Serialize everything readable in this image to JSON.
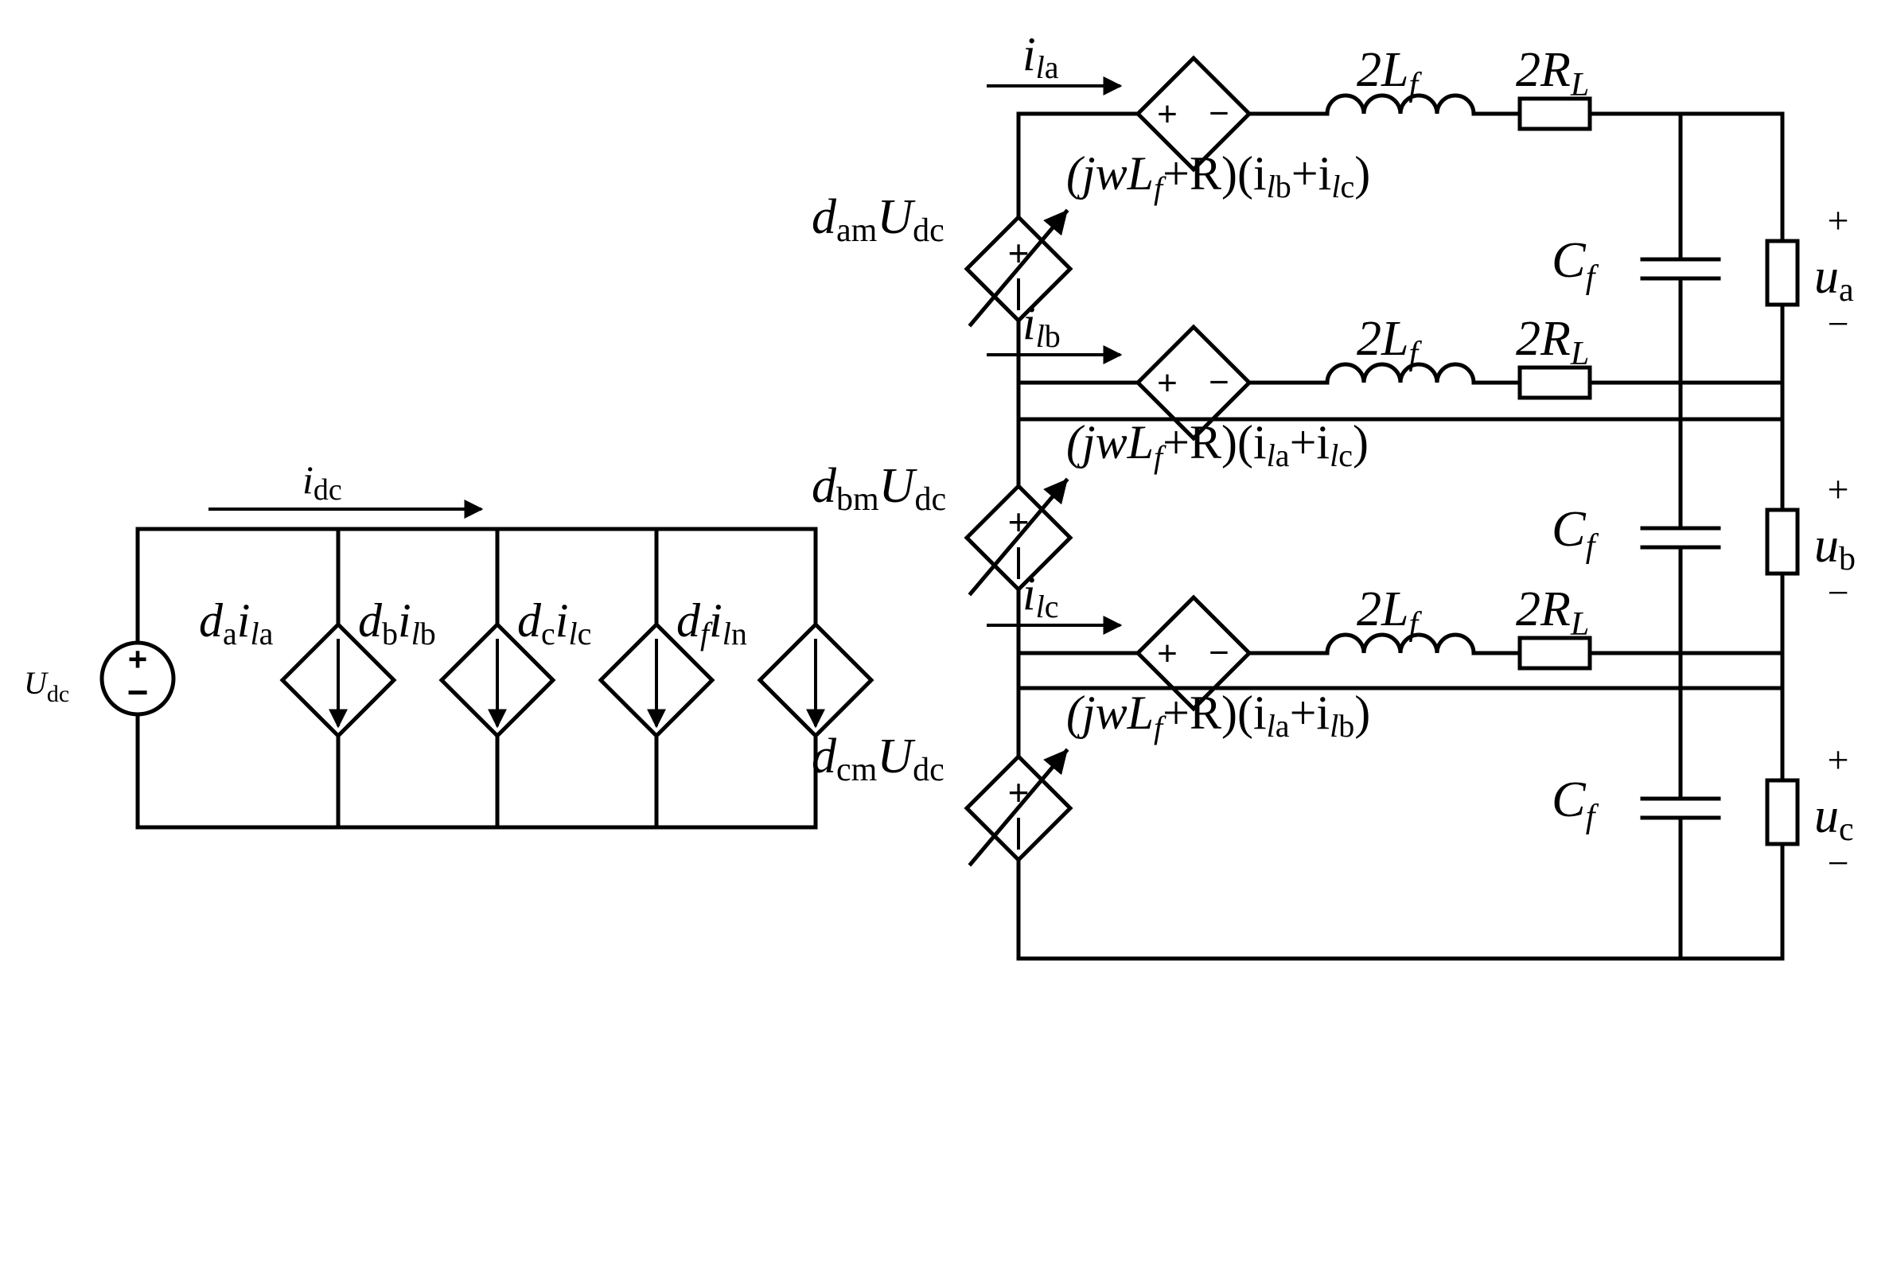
{
  "dc_side": {
    "source_label": "U",
    "source_sub": "dc",
    "current_label": "i",
    "current_sub": "dc",
    "branches": [
      {
        "d": "d",
        "d_sub": "a",
        "i": "i",
        "i_sub1": "l",
        "i_sub2": "a"
      },
      {
        "d": "d",
        "d_sub": "b",
        "i": "i",
        "i_sub1": "l",
        "i_sub2": "b"
      },
      {
        "d": "d",
        "d_sub": "c",
        "i": "i",
        "i_sub1": "l",
        "i_sub2": "c"
      },
      {
        "d": "d",
        "d_sub": "f",
        "i": "i",
        "i_sub1": "l",
        "i_sub2": "n"
      }
    ]
  },
  "phases": [
    {
      "current": {
        "i": "i",
        "s1": "l",
        "s2": "a"
      },
      "src": {
        "d": "d",
        "dsub": "am",
        "U": "U",
        "Usub": "dc"
      },
      "ctrl": {
        "p1": "(jwL",
        "p1sub": "f",
        "p2": "+R)(i",
        "s1": "l",
        "s2": "b",
        "mid": "+i",
        "s3": "l",
        "s4": "c",
        "end": ")"
      },
      "inductor": {
        "pre": "2L",
        "sub": "f"
      },
      "resistor": {
        "pre": "2R",
        "sub": "L"
      },
      "capacitor": {
        "pre": "C",
        "sub": "f"
      },
      "voltage": {
        "u": "u",
        "sub": "a",
        "plus": "+",
        "minus": "−"
      }
    },
    {
      "current": {
        "i": "i",
        "s1": "l",
        "s2": "b"
      },
      "src": {
        "d": "d",
        "dsub": "bm",
        "U": "U",
        "Usub": "dc"
      },
      "ctrl": {
        "p1": "(jwL",
        "p1sub": "f",
        "p2": "+R)(i",
        "s1": "l",
        "s2": "a",
        "mid": "+i",
        "s3": "l",
        "s4": "c",
        "end": ")"
      },
      "inductor": {
        "pre": "2L",
        "sub": "f"
      },
      "resistor": {
        "pre": "2R",
        "sub": "L"
      },
      "capacitor": {
        "pre": "C",
        "sub": "f"
      },
      "voltage": {
        "u": "u",
        "sub": "b",
        "plus": "+",
        "minus": "−"
      }
    },
    {
      "current": {
        "i": "i",
        "s1": "l",
        "s2": "c"
      },
      "src": {
        "d": "d",
        "dsub": "cm",
        "U": "U",
        "Usub": "dc"
      },
      "ctrl": {
        "p1": "(jwL",
        "p1sub": "f",
        "p2": "+R)(i",
        "s1": "l",
        "s2": "a",
        "mid": "+i",
        "s3": "l",
        "s4": "b",
        "end": ")"
      },
      "inductor": {
        "pre": "2L",
        "sub": "f"
      },
      "resistor": {
        "pre": "2R",
        "sub": "L"
      },
      "capacitor": {
        "pre": "C",
        "sub": "f"
      },
      "voltage": {
        "u": "u",
        "sub": "c",
        "plus": "+",
        "minus": "−"
      }
    }
  ],
  "symbols": {
    "plus": "+",
    "minus": "−"
  }
}
